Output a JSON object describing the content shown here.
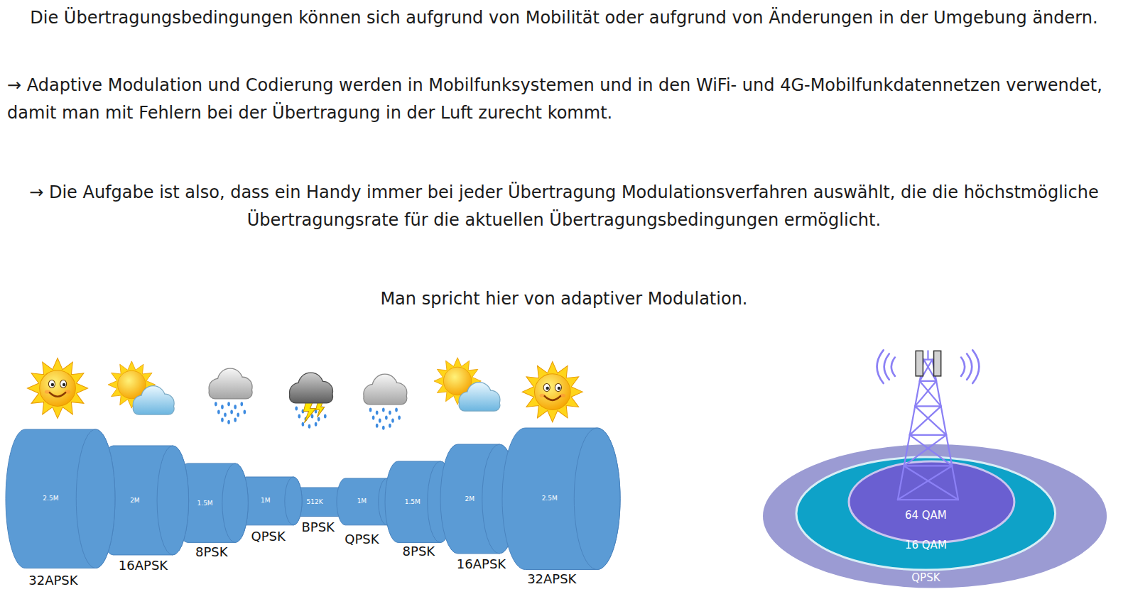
{
  "diagram": {
    "nodes": [
      {
        "text": [
          "2.5M",
          "32APSK"
        ]
      },
      {
        "text": [
          "2M",
          "16APSK"
        ]
      },
      {
        "text": [
          "1.5M",
          "8PSK"
        ]
      },
      {
        "text": [
          "1M",
          "QPSK"
        ]
      },
      {
        "text": [
          "512K",
          "BPSK"
        ]
      },
      {
        "text": [
          "1M",
          "QPSK"
        ]
      },
      {
        "text": [
          "1.5M",
          "8PSK"
        ]
      },
      {
        "text": [
          "2M",
          "16APSK"
        ]
      },
      {
        "text": [
          "2.5M",
          "32APSK"
        ]
      },
      {
        "text": [
          "QPSK"
        ]
      },
      {
        "text": [
          "16 QAM"
        ],
        "in": 9
      },
      {
        "text": [
          "64 QAM"
        ],
        "in": 10
      }
    ],
    "labels": [
      "Die Übertragungsbedingungen können sich aufgrund von Mobilität oder aufgrund von Änderungen in der Umgebung ändern.",
      "→ Adaptive Modulation und Codierung werden in Mobilfunksystemen und in den WiFi- und 4G-Mobilfunkdatennetzen verwendet, damit man mit Fehlern bei der Übertragung in der Luft zurecht kommt.",
      "→ Die Aufgabe ist also, dass ein Handy immer bei jeder Übertragung Modulationsverfahren auswählt, die die höchstmögliche Übertragungsrate für die aktuellen Übertragungsbedingungen ermöglicht.",
      "Man spricht hier von adaptiver Modulation."
    ]
  }
}
